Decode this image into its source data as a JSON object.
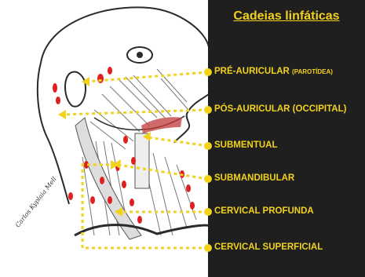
{
  "title": "Cadeias linfáticas",
  "signature": "Carlos Kyplaia Mell",
  "colors": {
    "panel": "#1f1f1f",
    "accent": "#f2d21c",
    "lymph_node": "#e02020",
    "sketch": "#2a2a2a"
  },
  "chains": [
    {
      "name": "PRÉ-AURICULAR",
      "note": "(PAROTÍDEA)"
    },
    {
      "name": "PÓS-AURICULAR (OCCIPITAL)",
      "note": ""
    },
    {
      "name": "SUBMENTUAL",
      "note": ""
    },
    {
      "name": "SUBMANDIBULAR",
      "note": ""
    },
    {
      "name": "CERVICAL PROFUNDA",
      "note": ""
    },
    {
      "name": "CERVICAL SUPERFICIAL",
      "note": ""
    }
  ]
}
